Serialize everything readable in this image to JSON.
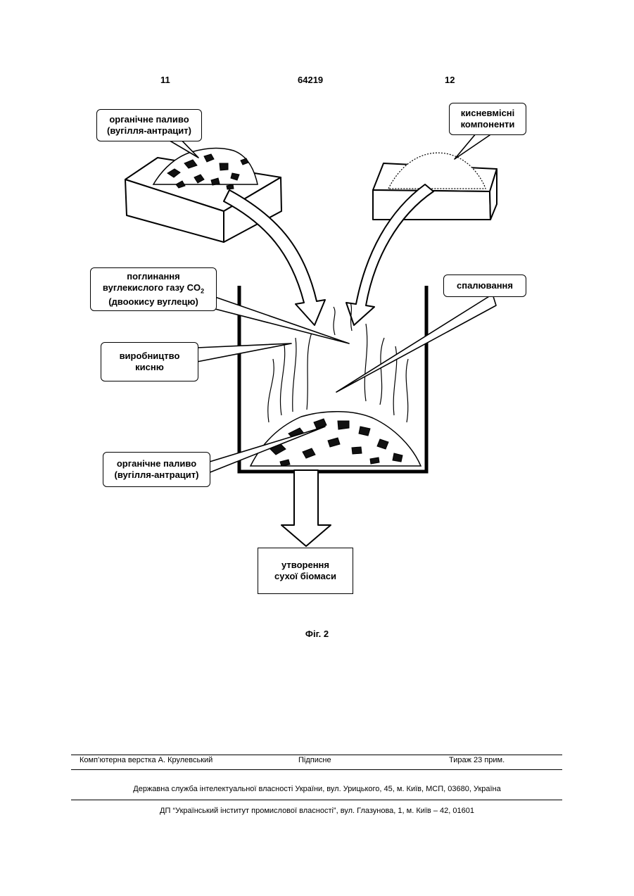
{
  "header": {
    "left": "11",
    "center": "64219",
    "right": "12"
  },
  "diagram": {
    "fuel_top": [
      "органічне паливо",
      "(вугілля-антрацит)"
    ],
    "oxygen": [
      "кисневмісні",
      "компоненти"
    ],
    "co2": [
      "поглинання",
      "вуглекислого газу CO",
      "2",
      "(двоокису вуглецю)"
    ],
    "burning": "спалювання",
    "oxygen_production": [
      "виробництво",
      "кисню"
    ],
    "fuel_bottom": [
      "органічне паливо",
      "(вугілля-антрацит)"
    ],
    "biomass": [
      "утворення",
      "сухої біомаси"
    ]
  },
  "figure_caption": "Фіг. 2",
  "footer": {
    "typesetting": "Комп’ютерна верстка А. Крулевський",
    "signed": "Підписне",
    "circulation": "Тираж 23 прим.",
    "service": "Державна служба інтелектуальної власності України, вул. Урицького, 45, м. Київ, МСП, 03680, Україна",
    "institute": "ДП “Український інститут промислової власності”, вул. Глазунова, 1, м. Київ – 42, 01601"
  }
}
